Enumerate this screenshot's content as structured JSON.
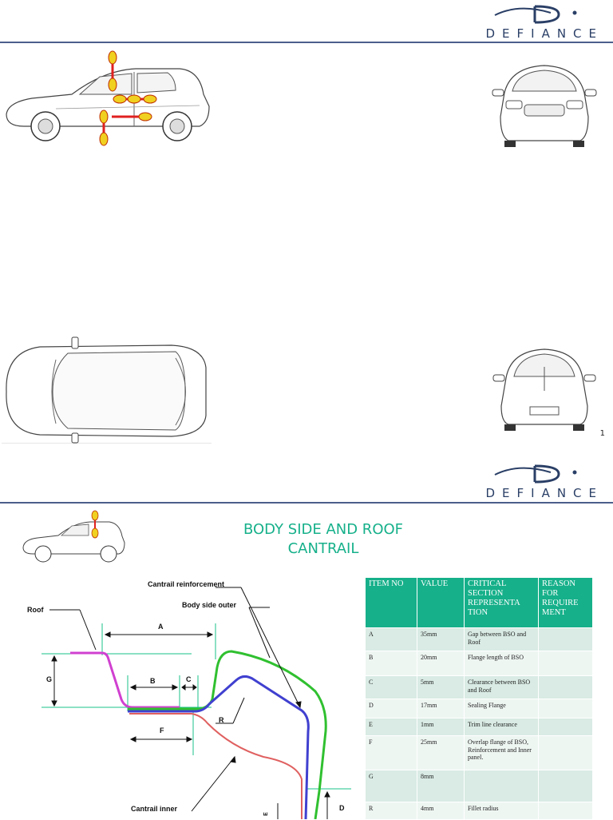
{
  "brand": {
    "name": "DEFIANCE"
  },
  "slide1": {
    "page_number": "1",
    "views": [
      "side-view-car",
      "front-view-car",
      "top-view-car",
      "rear-view-car"
    ]
  },
  "slide2": {
    "title_line1": "BODY SIDE AND ROOF",
    "title_line2": "CANTRAIL",
    "diagram_labels": {
      "cantrail_reinforcement": "Cantrail reinforcement",
      "body_side_outer": "Body side outer",
      "roof": "Roof",
      "cantrail_inner": "Cantrail inner",
      "a": "A",
      "b": "B",
      "c": "C",
      "d": "D",
      "f": "F",
      "g": "G",
      "r": "R",
      "e": "E"
    },
    "table": {
      "headers": [
        "ITEM NO",
        "VALUE",
        "CRITICAL SECTION REPRESENTA TION",
        "REASON FOR REQUIRE MENT"
      ],
      "rows": [
        {
          "item": "A",
          "value": "35mm",
          "critical": "Gap between BSO and Roof",
          "reason": ""
        },
        {
          "item": "B",
          "value": "20mm",
          "critical": "Flange length of BSO",
          "reason": ""
        },
        {
          "item": "C",
          "value": "5mm",
          "critical": "Clearance between BSO and Roof",
          "reason": ""
        },
        {
          "item": "D",
          "value": "17mm",
          "critical": "Sealing Flange",
          "reason": ""
        },
        {
          "item": "E",
          "value": "1mm",
          "critical": "Trim line clearance",
          "reason": ""
        },
        {
          "item": "F",
          "value": "25mm",
          "critical": "Overlap flange of BSO, Reinforcement and Inner panel.",
          "reason": ""
        },
        {
          "item": "G",
          "value": "8mm",
          "critical": "",
          "reason": ""
        },
        {
          "item": "R",
          "value": "4mm",
          "critical": "Fillet radius",
          "reason": ""
        }
      ]
    }
  },
  "colors": {
    "accent": "#16b08a",
    "brand_blue": "#2a3f66",
    "rule": "#4c5f8c",
    "marker": "#f0d020",
    "marker_bar": "#e02020"
  }
}
